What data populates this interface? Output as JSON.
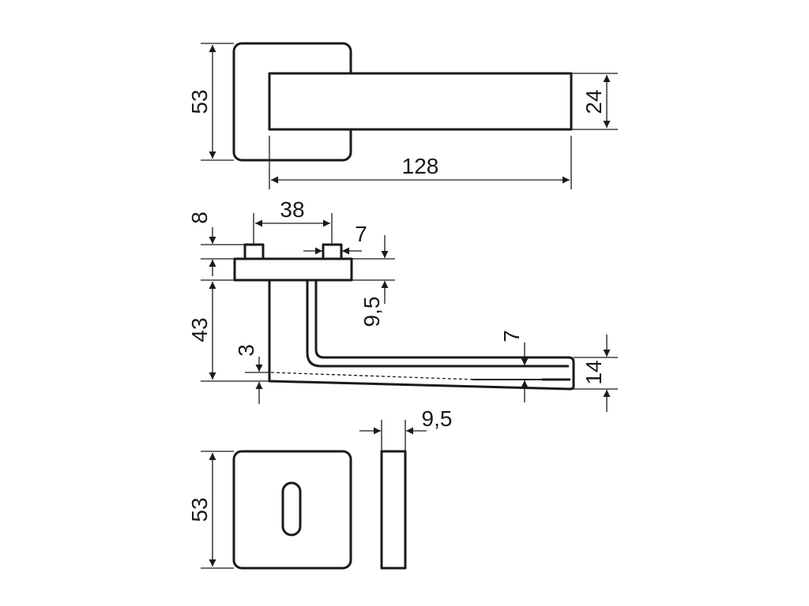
{
  "dimensions": {
    "top_rose_height": "53",
    "top_lever_thickness": "24",
    "top_lever_length": "128",
    "side_pin_spacing": "38",
    "side_pin_height": "8",
    "side_pin_width": "7",
    "side_rose_thickness": "9,5",
    "side_offset_height": "43",
    "side_bottom_gap": "3",
    "side_lever_gap": "7",
    "side_lever_end_thickness": "14",
    "escutcheon_thickness": "9,5",
    "escutcheon_height": "53"
  },
  "colors": {
    "line": "#1a1a1a",
    "background": "#ffffff"
  }
}
